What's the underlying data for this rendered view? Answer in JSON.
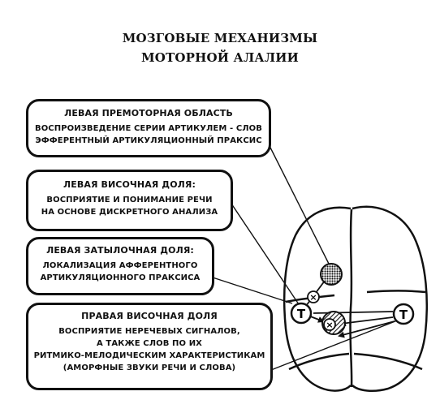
{
  "title": {
    "line1": "МОЗГОВЫЕ МЕХАНИЗМЫ",
    "line2": "МОТОРНОЙ АЛАЛИИ"
  },
  "boxes": [
    {
      "heading": "ЛЕВАЯ ПРЕМОТОРНАЯ ОБЛАСТЬ",
      "lines": [
        "ВОСПРОИЗВЕДЕНИЕ СЕРИИ АРТИКУЛЕМ - СЛОВ",
        "ЭФФЕРЕНТНЫЙ АРТИКУЛЯЦИОННЫЙ ПРАКСИС"
      ]
    },
    {
      "heading": "ЛЕВАЯ ВИСОЧНАЯ ДОЛЯ:",
      "lines": [
        "ВОСПРИЯТИЕ И ПОНИМАНИЕ РЕЧИ",
        "НА ОСНОВЕ ДИСКРЕТНОГО АНАЛИЗА"
      ]
    },
    {
      "heading": "ЛЕВАЯ ЗАТЫЛОЧНАЯ ДОЛЯ:",
      "lines": [
        "ЛОКАЛИЗАЦИЯ АФФЕРЕНТНОГО",
        "АРТИКУЛЯЦИОННОГО ПРАКСИСА"
      ]
    },
    {
      "heading": "ПРАВАЯ ВИСОЧНАЯ ДОЛЯ",
      "lines": [
        "ВОСПРИЯТИЕ НЕРЕЧЕВЫХ СИГНАЛОВ,",
        "А ТАКЖЕ СЛОВ ПО ИХ",
        "РИТМИКО-МЕЛОДИЧЕСКИМ ХАРАКТЕРИСТИКАМ",
        "(АМОРФНЫЕ ЗВУКИ РЕЧИ И СЛОВА)"
      ]
    }
  ],
  "markers": {
    "temporal_left": "T",
    "temporal_right": "T",
    "cross": "×"
  }
}
